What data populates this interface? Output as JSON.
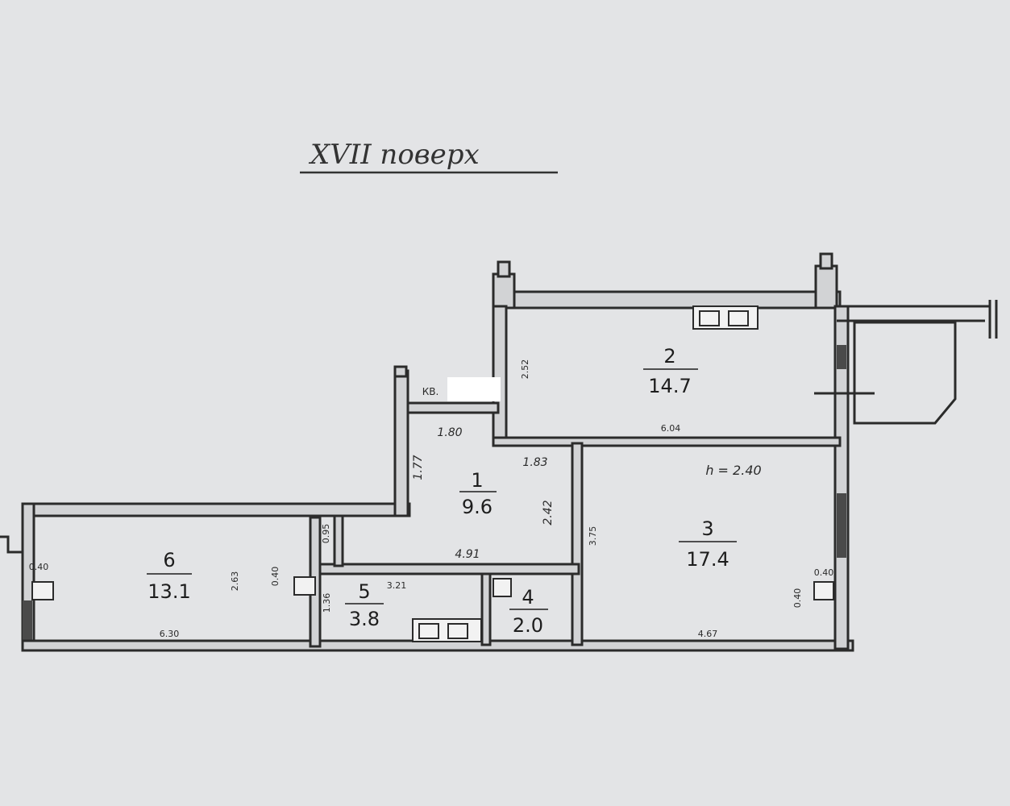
{
  "floor_title": "XVII поверх",
  "ceiling_height": "h = 2.40",
  "corridor_label": "КВ.",
  "rooms": [
    {
      "number": "1",
      "area": "9.6"
    },
    {
      "number": "2",
      "area": "14.7"
    },
    {
      "number": "3",
      "area": "17.4"
    },
    {
      "number": "4",
      "area": "2.0"
    },
    {
      "number": "5",
      "area": "3.8"
    },
    {
      "number": "6",
      "area": "13.1"
    }
  ],
  "dimensions": {
    "r1_top": "1.80",
    "r1_top_right": "1.83",
    "r1_left_vertical": "1.77",
    "r1_right_vertical": "2.42",
    "r1_bottom": "4.91",
    "r1_small_vertical": "0.95",
    "r2_left_vertical": "2.52",
    "r2_bottom": "6.04",
    "r3_left_vertical": "3.75",
    "r3_bottom": "4.67",
    "r3_right_vertical_a": "0.40",
    "r3_right_vertical_b": "0.40",
    "r5_top": "3.21",
    "r5_left_vertical": "1.36",
    "r6_left": "0.40",
    "r6_right_vertical": "2.63",
    "r6_right_small": "0.40",
    "r6_bottom": "6.30"
  }
}
